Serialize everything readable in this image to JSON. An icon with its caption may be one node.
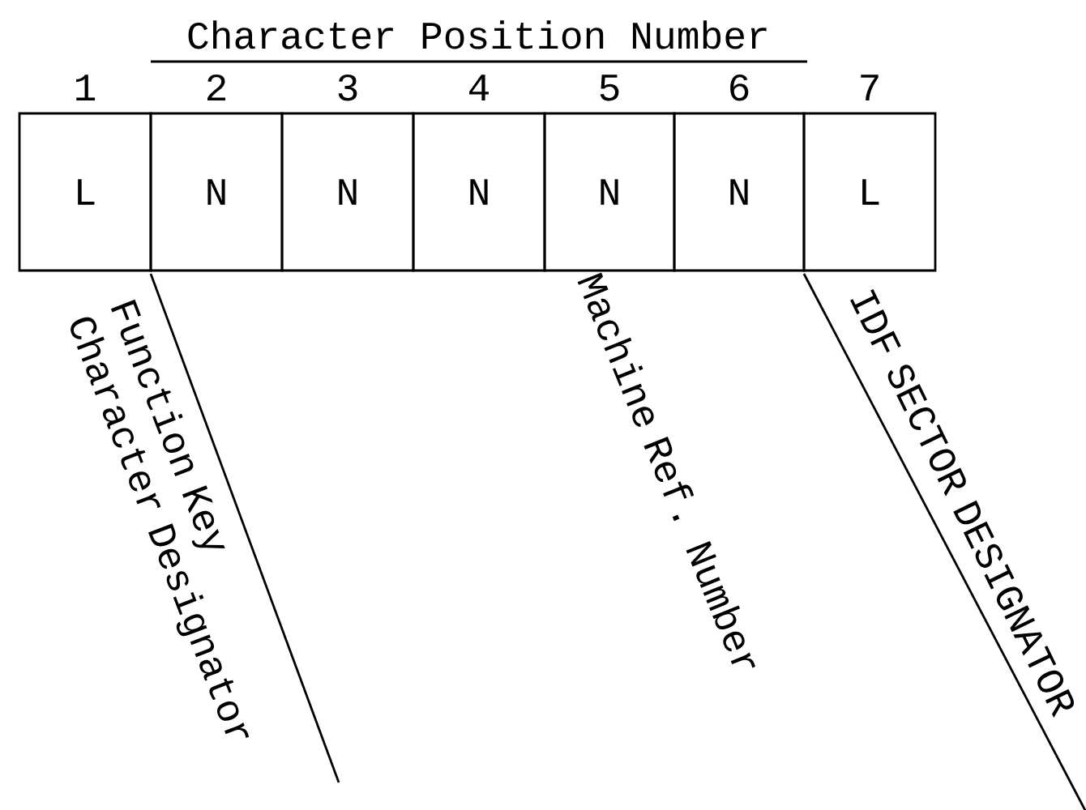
{
  "diagram": {
    "title": "Character Position Number",
    "nodes": [
      {
        "text": [
          "L"
        ],
        "beside": [
          "1"
        ]
      },
      {
        "text": [
          "N"
        ],
        "beside": [
          "2"
        ]
      },
      {
        "text": [
          "N"
        ],
        "beside": [
          "3"
        ]
      },
      {
        "text": [
          "N"
        ],
        "beside": [
          "4"
        ]
      },
      {
        "text": [
          "N"
        ],
        "beside": [
          "5"
        ]
      },
      {
        "text": [
          "N"
        ],
        "beside": [
          "6"
        ]
      },
      {
        "text": [
          "L"
        ],
        "beside": [
          "7"
        ]
      }
    ],
    "labels": [
      "Function Key Character Designator",
      "Machine Ref. Number",
      "IDF SECTOR DESIGNATOR"
    ]
  }
}
